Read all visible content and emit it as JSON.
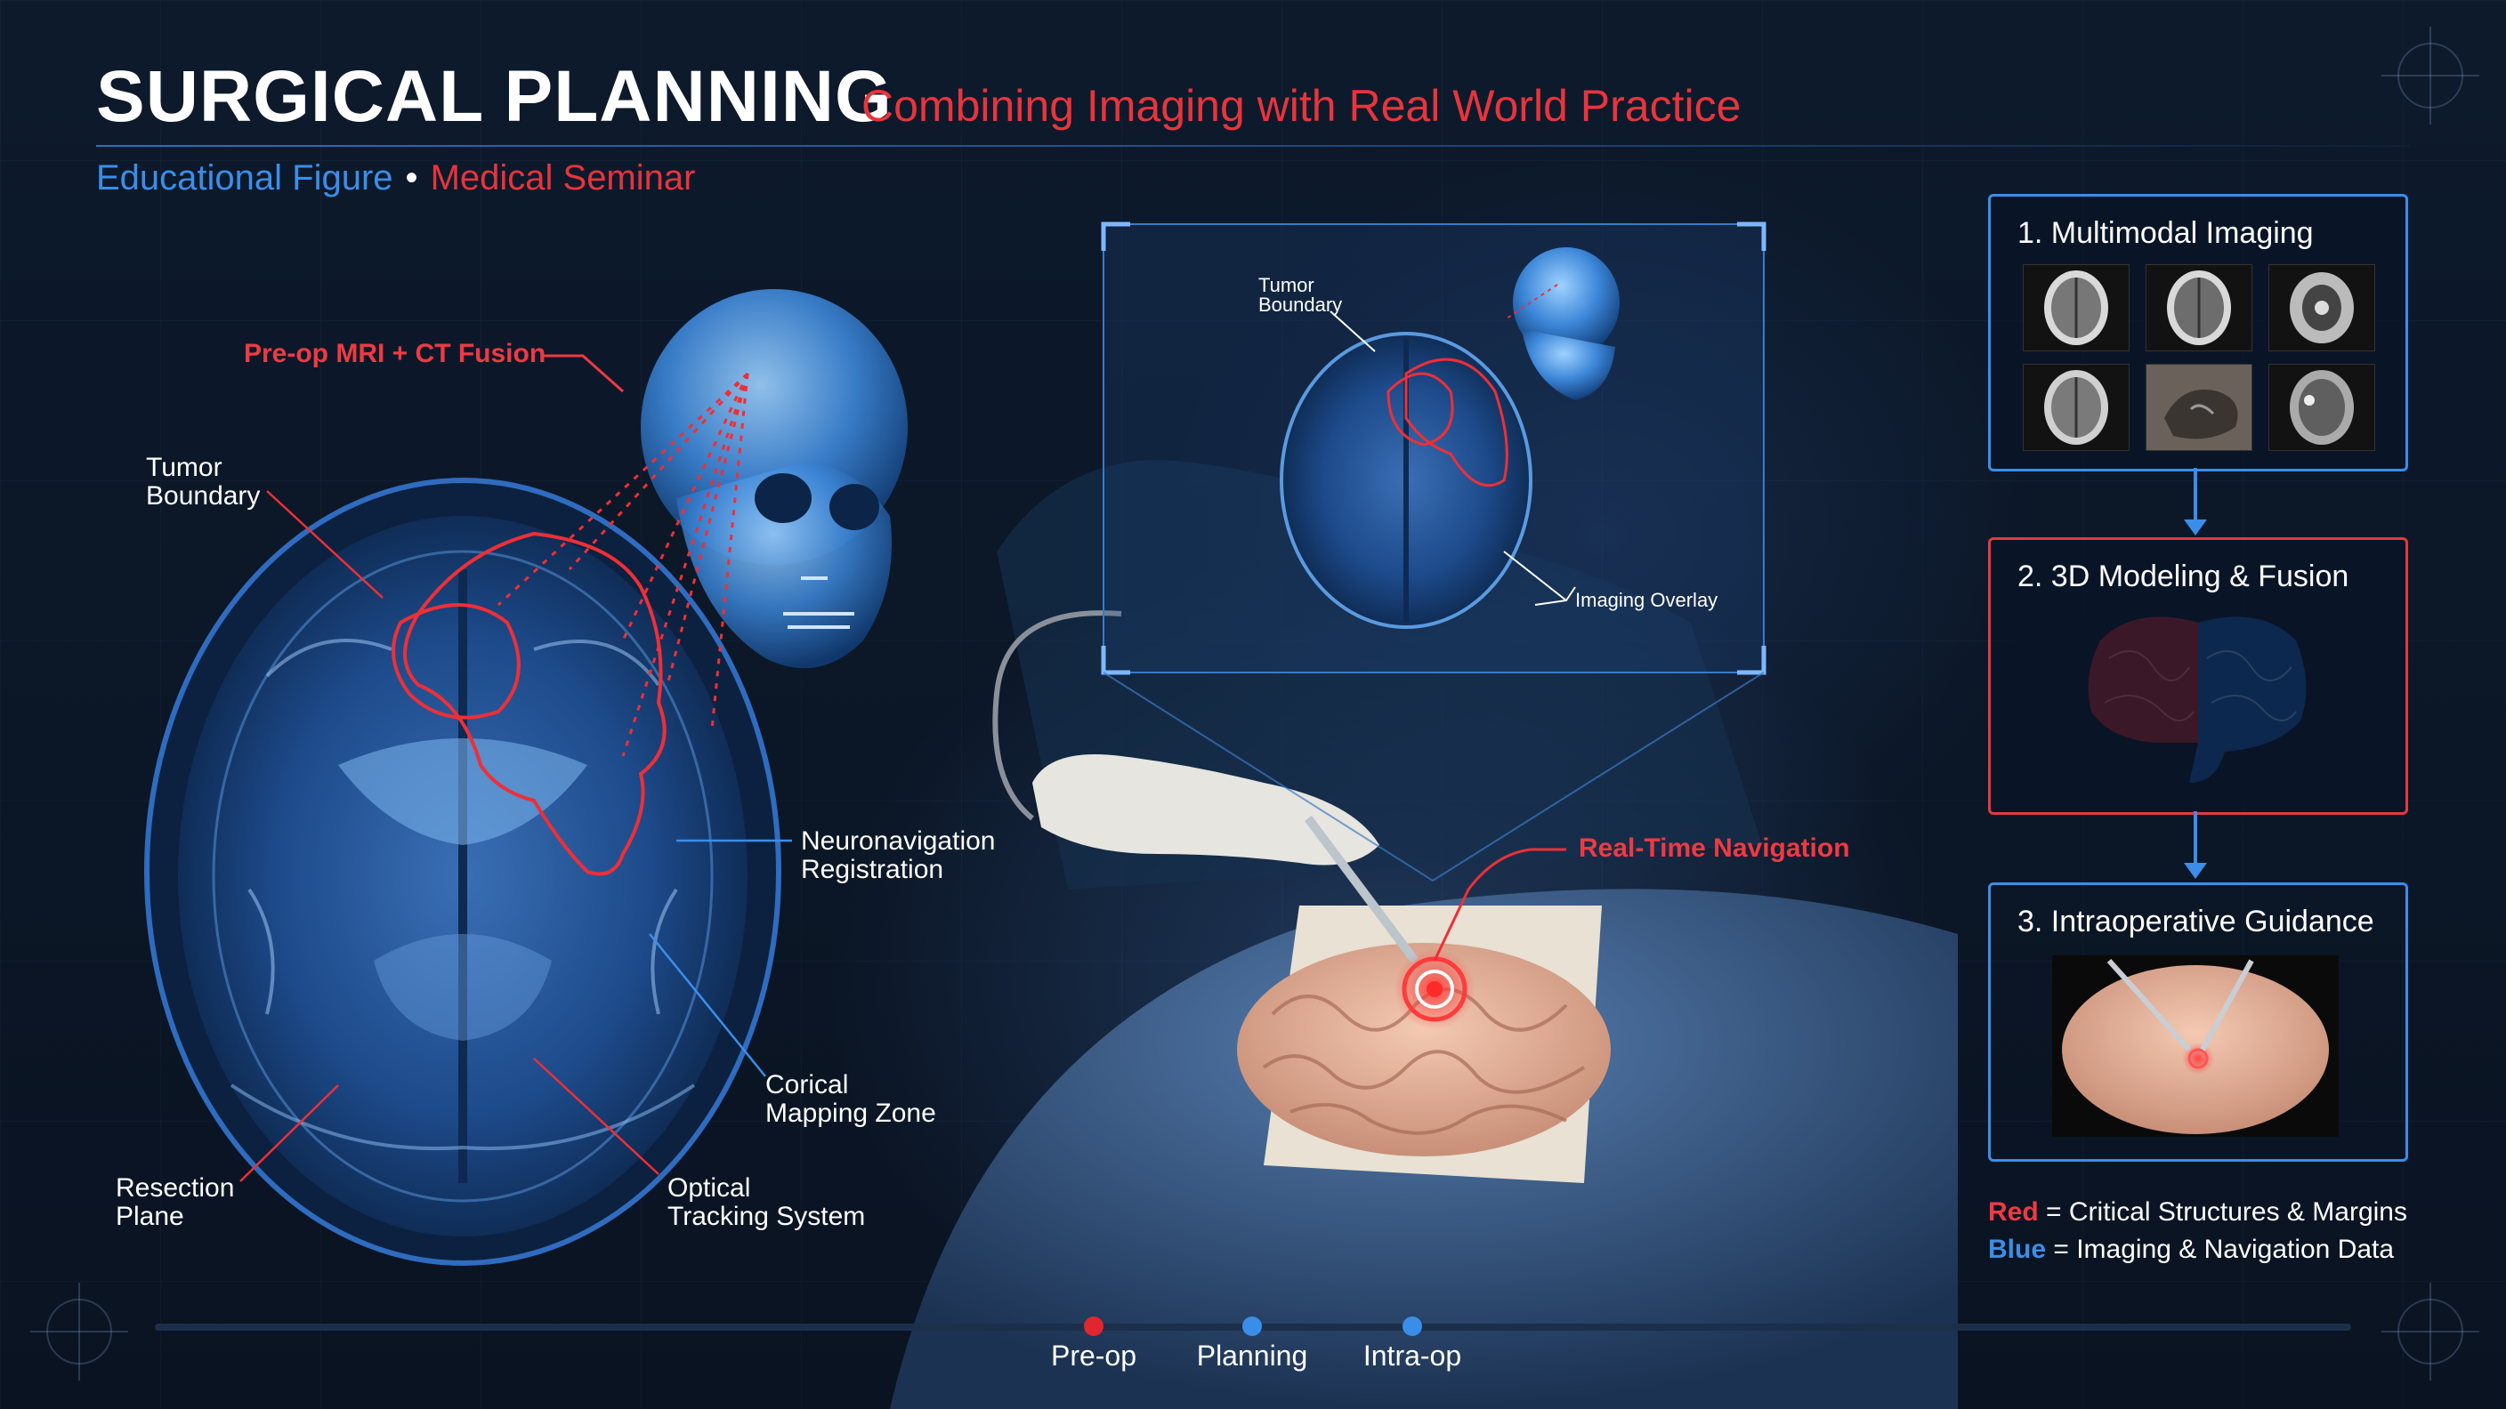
{
  "header": {
    "title": "SURGICAL PLANNING",
    "subtitle": "Combining Imaging with Real World Practice",
    "tag_left": "Educational Figure",
    "tag_sep": "•",
    "tag_right": "Medical Seminar"
  },
  "left_labels": {
    "fusion": "Pre-op MRI + CT Fusion",
    "tumor_boundary_1": "Tumor",
    "tumor_boundary_2": "Boundary",
    "neuronav_1": "Neuronavigation",
    "neuronav_2": "Registration",
    "cortical_1": "Corical",
    "cortical_2": "Mapping Zone",
    "resection_1": "Resection",
    "resection_2": "Plane",
    "optical_1": "Optical",
    "optical_2": "Tracking System"
  },
  "center_labels": {
    "overlay_tumor_1": "Tumor",
    "overlay_tumor_2": "Boundary",
    "imaging_overlay": "Imaging Overlay",
    "realtime": "Real-Time Navigation"
  },
  "steps": [
    {
      "label": "1. Multimodal Imaging"
    },
    {
      "label": "2. 3D Modeling & Fusion"
    },
    {
      "label": "3. Intraoperative Guidance"
    }
  ],
  "legend": {
    "red_word": "Red",
    "red_text": " = Critical Structures & Margins",
    "blue_word": "Blue",
    "blue_text": " = Imaging & Navigation Data"
  },
  "timeline": [
    {
      "label": "Pre-op",
      "color": "#e0262f"
    },
    {
      "label": "Planning",
      "color": "#3a8eea"
    },
    {
      "label": "Intra-op",
      "color": "#3a8eea"
    }
  ],
  "colors": {
    "accent_red": "#e8343c",
    "accent_blue": "#3b8ee8",
    "background": "#0b1524"
  }
}
